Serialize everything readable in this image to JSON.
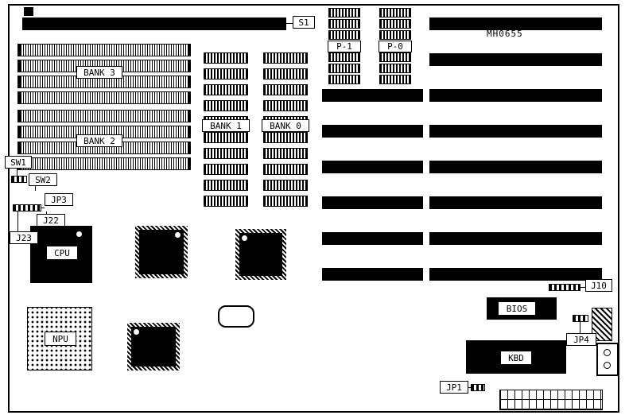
{
  "board": {
    "model": "MH0655",
    "colors": {
      "ink": "#000000",
      "background": "#ffffff"
    },
    "labels": {
      "s1": "S1",
      "p1": "P-1",
      "p0": "P-0",
      "bank3": "BANK 3",
      "bank2": "BANK 2",
      "bank1": "BANK 1",
      "bank0": "BANK 0",
      "sw1": "SW1",
      "sw2": "SW2",
      "jp3": "JP3",
      "j22": "J22",
      "j23": "J23",
      "cpu": "CPU",
      "npu": "NPU",
      "bios": "BIOS",
      "kbd": "KBD",
      "j10": "J10",
      "jp4": "JP4",
      "jp1": "JP1"
    }
  }
}
